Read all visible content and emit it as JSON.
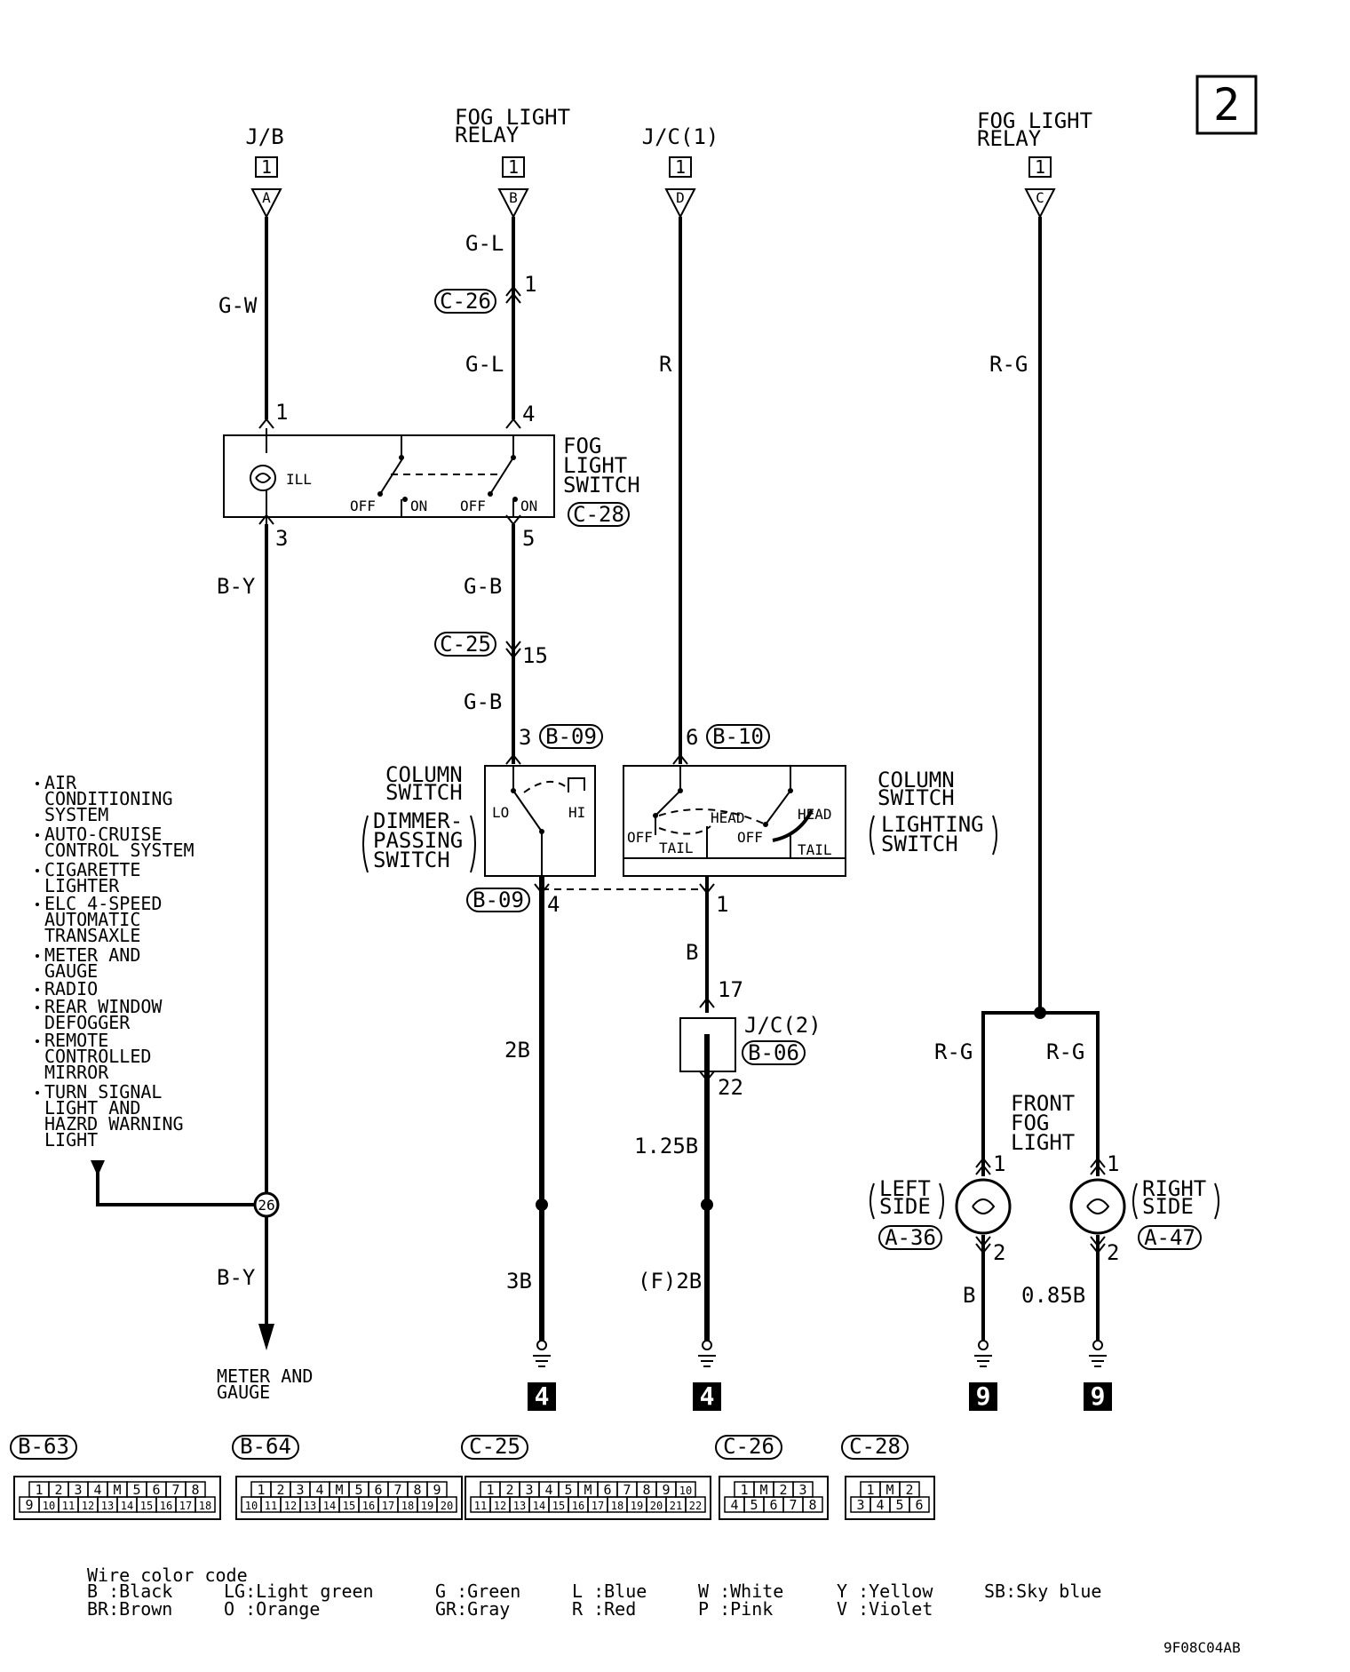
{
  "page_number": "2",
  "diagram_code": "9F08C04AB",
  "sources": [
    {
      "name_lines": [
        "J/B"
      ],
      "box": "1",
      "letter": "A"
    },
    {
      "name_lines": [
        "FOG LIGHT",
        "RELAY"
      ],
      "box": "1",
      "letter": "B"
    },
    {
      "name_lines": [
        "J/C(1)"
      ],
      "box": "1",
      "letter": "D"
    },
    {
      "name_lines": [
        "FOG LIGHT",
        "RELAY"
      ],
      "box": "1",
      "letter": "C"
    }
  ],
  "wires": {
    "gw": "G-W",
    "gl_top": "G-L",
    "gl_mid": "G-L",
    "r": "R",
    "rg_main": "R-G",
    "by_top": "B-Y",
    "gb_a": "G-B",
    "gb_b": "G-B",
    "twob": "2B",
    "b": "B",
    "one25b": "1.25B",
    "threeb": "3B",
    "f2b": "(F)2B",
    "by_bottom": "B-Y",
    "rg_left": "R-G",
    "rg_right": "R-G",
    "b_lamp": "B",
    "o85b": "0.85B"
  },
  "pins": {
    "c26_1": "1",
    "fs_1": "1",
    "fs_4": "4",
    "fs_3": "3",
    "fs_5": "5",
    "c25_15": "15",
    "b09_3": "3",
    "b10_6": "6",
    "b09_4": "4",
    "b10_1": "1",
    "jc2_17": "17",
    "jc2_22": "22",
    "left_1": "1",
    "left_2": "2",
    "right_1": "1",
    "right_2": "2",
    "junction_26": "26"
  },
  "connectors": {
    "c26": "C-26",
    "c28": "C-28",
    "c25": "C-25",
    "b09_top": "B-09",
    "b10": "B-10",
    "b09_bottom": "B-09",
    "b06": "B-06",
    "a36": "A-36",
    "a47": "A-47"
  },
  "fog_switch": {
    "name_lines": [
      "FOG",
      "LIGHT",
      "SWITCH"
    ],
    "ill": "ILL",
    "off1": "OFF",
    "on1": "ON",
    "off2": "OFF",
    "on2": "ON"
  },
  "column_switch_dimmer": {
    "name_lines": [
      "COLUMN",
      "SWITCH"
    ],
    "sub_lines": [
      "DIMMER-",
      "PASSING",
      "SWITCH"
    ],
    "lo": "LO",
    "hi": "HI"
  },
  "column_switch_lighting": {
    "name_lines": [
      "COLUMN",
      "SWITCH"
    ],
    "sub_lines": [
      "LIGHTING",
      "SWITCH"
    ],
    "off_a": "OFF",
    "tail_a": "TAIL",
    "head_a": "HEAD",
    "off_b": "OFF",
    "head_b": "HEAD",
    "tail_b": "TAIL"
  },
  "jc2_label": "J/C(2)",
  "front_fog_light": {
    "name_lines": [
      "FRONT",
      "FOG",
      "LIGHT"
    ],
    "left_lines": [
      "LEFT",
      "SIDE"
    ],
    "right_lines": [
      "RIGHT",
      "SIDE"
    ]
  },
  "systems_list": [
    [
      "AIR",
      "CONDITIONING",
      "SYSTEM"
    ],
    [
      "AUTO-CRUISE",
      "CONTROL SYSTEM"
    ],
    [
      "CIGARETTE",
      "LIGHTER"
    ],
    [
      "ELC 4-SPEED",
      "AUTOMATIC",
      "TRANSAXLE"
    ],
    [
      "METER AND",
      "GAUGE"
    ],
    [
      "RADIO"
    ],
    [
      "REAR WINDOW",
      "DEFOGGER"
    ],
    [
      "REMOTE",
      "CONTROLLED",
      "MIRROR"
    ],
    [
      "TURN SIGNAL",
      "LIGHT AND",
      "HAZRD WARNING",
      "LIGHT"
    ]
  ],
  "meter_gauge_lines": [
    "METER AND",
    "GAUGE"
  ],
  "grounds": [
    "4",
    "4",
    "9",
    "9"
  ],
  "connector_views": [
    {
      "label": "B-63",
      "rows": [
        [
          "1",
          "2",
          "3",
          "4",
          "M",
          "5",
          "6",
          "7",
          "8"
        ],
        [
          "9",
          "10",
          "11",
          "12",
          "13",
          "14",
          "15",
          "16",
          "17",
          "18"
        ]
      ]
    },
    {
      "label": "B-64",
      "rows": [
        [
          "1",
          "2",
          "3",
          "4",
          "M",
          "5",
          "6",
          "7",
          "8",
          "9"
        ],
        [
          "10",
          "11",
          "12",
          "13",
          "14",
          "15",
          "16",
          "17",
          "18",
          "19",
          "20"
        ]
      ]
    },
    {
      "label": "C-25",
      "rows": [
        [
          "1",
          "2",
          "3",
          "4",
          "5",
          "M",
          "6",
          "7",
          "8",
          "9",
          "10"
        ],
        [
          "11",
          "12",
          "13",
          "14",
          "15",
          "16",
          "17",
          "18",
          "19",
          "20",
          "21",
          "22"
        ]
      ]
    },
    {
      "label": "C-26",
      "rows": [
        [
          "1",
          "M",
          "2",
          "3"
        ],
        [
          "4",
          "5",
          "6",
          "7",
          "8"
        ]
      ]
    },
    {
      "label": "C-28",
      "rows": [
        [
          "1",
          "M",
          "2"
        ],
        [
          "3",
          "4",
          "5",
          "6"
        ]
      ]
    }
  ],
  "wire_color_code": {
    "title": "Wire color code",
    "entries": [
      [
        "B :Black",
        "BR:Brown"
      ],
      [
        "LG:Light green",
        "O :Orange"
      ],
      [
        "G :Green",
        "GR:Gray"
      ],
      [
        "L :Blue",
        "R :Red"
      ],
      [
        "W :White",
        "P :Pink"
      ],
      [
        "Y :Yellow",
        "V :Violet"
      ],
      [
        "SB:Sky blue"
      ]
    ]
  }
}
